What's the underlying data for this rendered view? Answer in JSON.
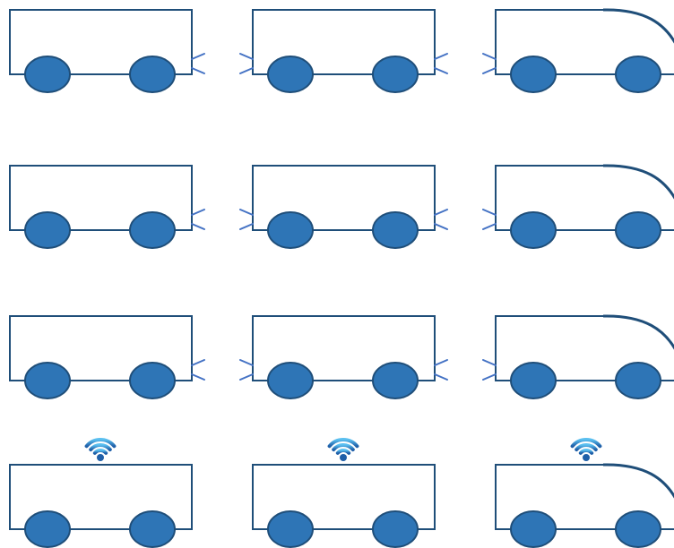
{
  "colors": {
    "body_stroke": "#1f4e79",
    "wheel_fill": "#2e75b6",
    "wheel_stroke": "#1f4e79",
    "coupler": "#4472c4",
    "wifi_light": "#5bc0f0",
    "wifi_dark": "#1f5fa8"
  },
  "rows": [
    {
      "name": "row-1",
      "wifi": false,
      "units": [
        "car",
        "car",
        "locomotive"
      ]
    },
    {
      "name": "row-2",
      "wifi": false,
      "units": [
        "car",
        "car",
        "locomotive"
      ]
    },
    {
      "name": "row-3",
      "wifi": false,
      "units": [
        "car",
        "car",
        "locomotive"
      ]
    },
    {
      "name": "row-4",
      "wifi": true,
      "units": [
        "car",
        "car",
        "locomotive"
      ]
    }
  ],
  "icons": {
    "wifi": "wifi-icon"
  }
}
